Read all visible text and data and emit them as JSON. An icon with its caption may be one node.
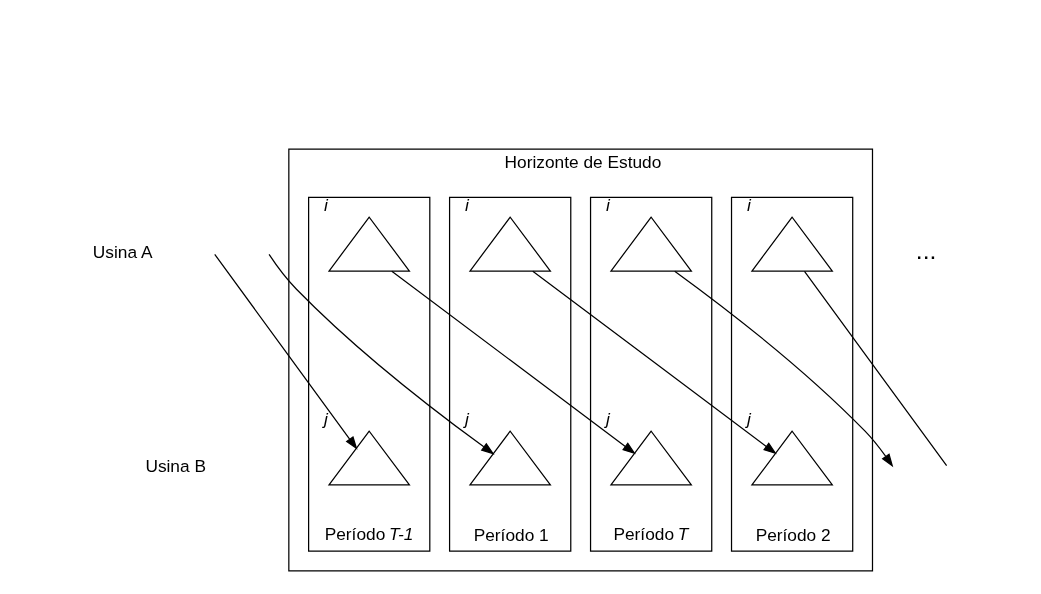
{
  "diagram": {
    "nodes": [
      {
        "text": [
          "Horizonte de Estudo"
        ]
      },
      {
        "text": [
          "Período 1"
        ],
        "in": 0
      },
      {
        "text": [],
        "shape": "triangle",
        "beside": [
          "*i*"
        ],
        "in": 1
      },
      {
        "text": [],
        "shape": "triangle",
        "beside": [
          "*j*"
        ],
        "in": 1
      },
      {
        "text": [
          "Período 2"
        ],
        "in": 0
      },
      {
        "text": [],
        "shape": "triangle",
        "beside": [
          "*i*"
        ],
        "in": 4
      },
      {
        "text": [],
        "shape": "triangle",
        "beside": [
          "*j*"
        ],
        "in": 4
      },
      {
        "text": [
          "Período *T-1*"
        ],
        "in": 0
      },
      {
        "text": [],
        "shape": "triangle",
        "beside": [
          "*i*"
        ],
        "in": 7
      },
      {
        "text": [],
        "shape": "triangle",
        "beside": [
          "*j*"
        ],
        "in": 7
      },
      {
        "text": [
          "Período *T*"
        ],
        "in": 0
      },
      {
        "text": [],
        "shape": "triangle",
        "beside": [
          "*i*"
        ],
        "in": 10
      },
      {
        "text": [],
        "shape": "triangle",
        "beside": [
          "*j*"
        ],
        "in": 10
      }
    ],
    "edges": [
      {
        "from": null,
        "to": 3,
        "arrow": "to"
      },
      {
        "from": 2,
        "to": 6,
        "arrow": "to"
      },
      {
        "from": 5,
        "to": null,
        "arrow": "none"
      },
      {
        "from": null,
        "to": 9,
        "arrow": "to"
      },
      {
        "from": 8,
        "to": 12,
        "arrow": "to"
      },
      {
        "from": 11,
        "to": null,
        "arrow": "to"
      }
    ],
    "labels": [
      "Usina A",
      "Usina B",
      "..."
    ]
  }
}
